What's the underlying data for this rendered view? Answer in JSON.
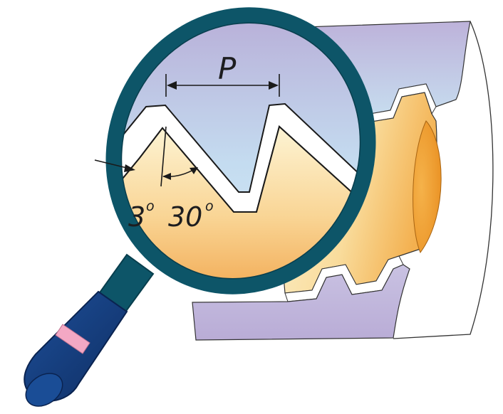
{
  "labels": {
    "pitch": "P",
    "flank_angle": "3",
    "thread_angle": "30",
    "degree_symbol": "o"
  },
  "colors": {
    "background": "#ffffff",
    "magnifier_rim": "#0d5568",
    "magnifier_rim_dark": "#083e4d",
    "handle": "#143c7e",
    "handle_band": "#f3a8c4",
    "thread_top_lavender": "#bcb0d8",
    "thread_light_blue": "#cfe4f2",
    "thread_cream": "#fdf0c8",
    "thread_orange": "#f2a63a",
    "outline": "#1a1a1a"
  },
  "icons": {
    "magnifier": "magnifying-glass-icon",
    "thread": "buttress-thread-profile"
  }
}
